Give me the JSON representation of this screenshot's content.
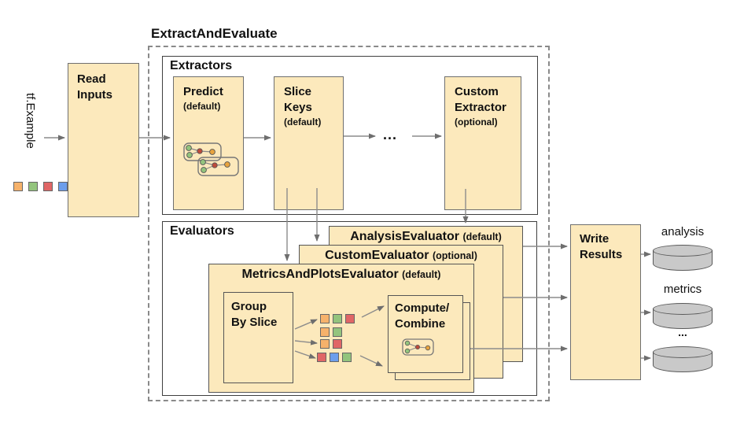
{
  "diagram": {
    "title": "ExtractAndEvaluate",
    "input_label": "tf.Example",
    "read_inputs": {
      "line1": "Read",
      "line2": "Inputs"
    },
    "extractors": {
      "label": "Extractors",
      "predict": {
        "name": "Predict",
        "qualifier": "(default)"
      },
      "slice_keys": {
        "line1": "Slice",
        "line2": "Keys",
        "qualifier": "(default)"
      },
      "ellipsis": "...",
      "custom_extractor": {
        "line1": "Custom",
        "line2": "Extractor",
        "qualifier": "(optional)"
      }
    },
    "evaluators": {
      "label": "Evaluators",
      "analysis_evaluator": {
        "name": "AnalysisEvaluator",
        "qualifier": "(default)"
      },
      "custom_evaluator": {
        "name": "CustomEvaluator",
        "qualifier": "(optional)"
      },
      "metrics_plots_evaluator": {
        "name": "MetricsAndPlotsEvaluator",
        "qualifier": "(default)"
      },
      "group_by_slice": {
        "line1": "Group",
        "line2": "By Slice"
      },
      "compute_combine": {
        "line1": "Compute/",
        "line2": "Combine"
      }
    },
    "write_results": {
      "line1": "Write",
      "line2": "Results"
    },
    "outputs": [
      {
        "label": "analysis"
      },
      {
        "label": "metrics"
      },
      {
        "label": "..."
      }
    ],
    "palette": {
      "orange": "#F6B26B",
      "green": "#93C47D",
      "red": "#E06666",
      "blue": "#6D9EEB",
      "box_fill": "#FCE9BC",
      "box_border": "#6F6F6F",
      "cylinder_fill": "#C9C9C9",
      "arrow": "#8c8c8c"
    },
    "input_swatches": [
      "orange",
      "green",
      "red",
      "blue"
    ],
    "slice_rows": [
      [
        "orange",
        "green",
        "red"
      ],
      [
        "orange",
        "green"
      ],
      [
        "orange",
        "red"
      ],
      [
        "red",
        "blue",
        "green"
      ]
    ]
  }
}
